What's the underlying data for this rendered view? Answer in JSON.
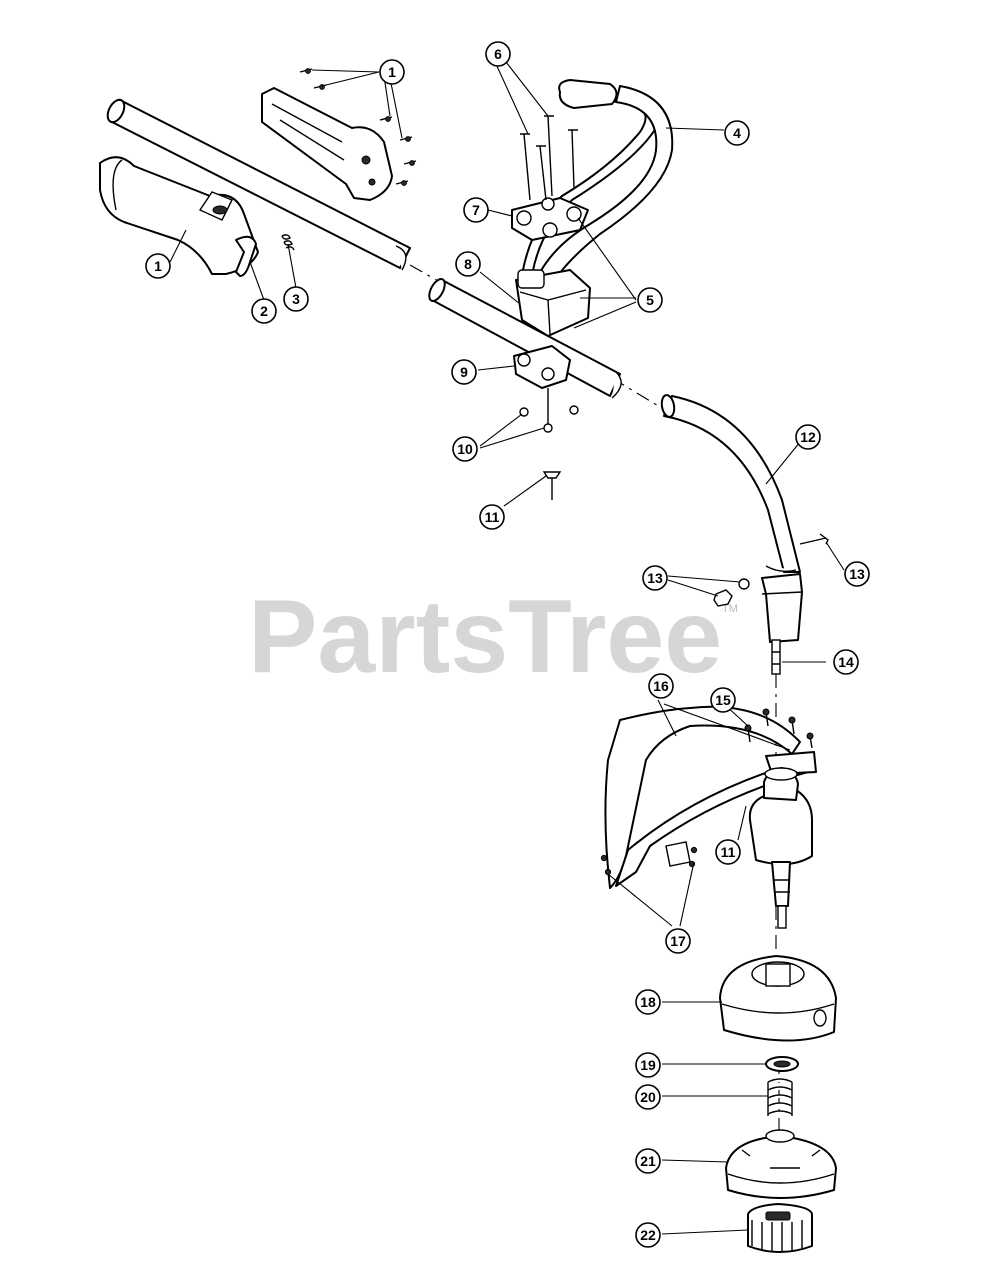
{
  "watermark": {
    "text": "PartsTree",
    "trademark": "TM"
  },
  "callouts": [
    {
      "id": "c1a",
      "label": "1"
    },
    {
      "id": "c1b",
      "label": "1"
    },
    {
      "id": "c2",
      "label": "2"
    },
    {
      "id": "c3",
      "label": "3"
    },
    {
      "id": "c4",
      "label": "4"
    },
    {
      "id": "c5",
      "label": "5"
    },
    {
      "id": "c6",
      "label": "6"
    },
    {
      "id": "c7",
      "label": "7"
    },
    {
      "id": "c8",
      "label": "8"
    },
    {
      "id": "c9",
      "label": "9"
    },
    {
      "id": "c10",
      "label": "10"
    },
    {
      "id": "c11a",
      "label": "11"
    },
    {
      "id": "c11b",
      "label": "11"
    },
    {
      "id": "c12",
      "label": "12"
    },
    {
      "id": "c13a",
      "label": "13"
    },
    {
      "id": "c13b",
      "label": "13"
    },
    {
      "id": "c14",
      "label": "14"
    },
    {
      "id": "c15",
      "label": "15"
    },
    {
      "id": "c16",
      "label": "16"
    },
    {
      "id": "c17",
      "label": "17"
    },
    {
      "id": "c18",
      "label": "18"
    },
    {
      "id": "c19",
      "label": "19"
    },
    {
      "id": "c20",
      "label": "20"
    },
    {
      "id": "c21",
      "label": "21"
    },
    {
      "id": "c22",
      "label": "22"
    }
  ]
}
